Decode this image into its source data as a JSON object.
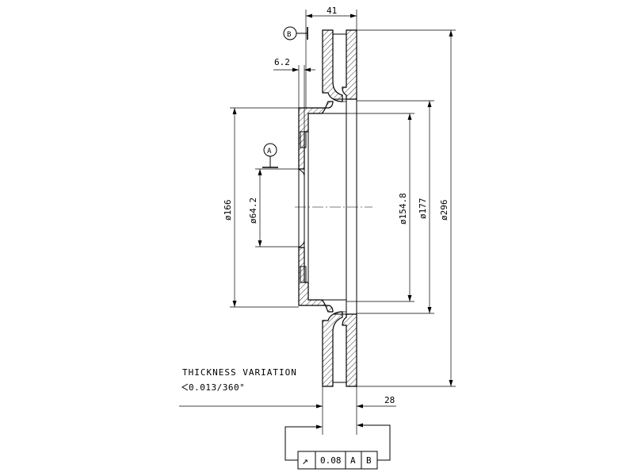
{
  "dimensions": {
    "overall_width": "41",
    "hub_thickness": "6.2",
    "dia_166": "ø166",
    "dia_64_2": "ø64.2",
    "dia_154_8": "ø154.8",
    "dia_177": "ø177",
    "dia_296": "ø296",
    "thickness": "28"
  },
  "datums": {
    "a": "A",
    "b": "B"
  },
  "note": {
    "title": "THICKNESS VARIATION",
    "value": "0.013/360°"
  },
  "feature_control_frame": {
    "symbol": "↗",
    "tolerance": "0.08",
    "datum_1": "A",
    "datum_2": "B"
  }
}
